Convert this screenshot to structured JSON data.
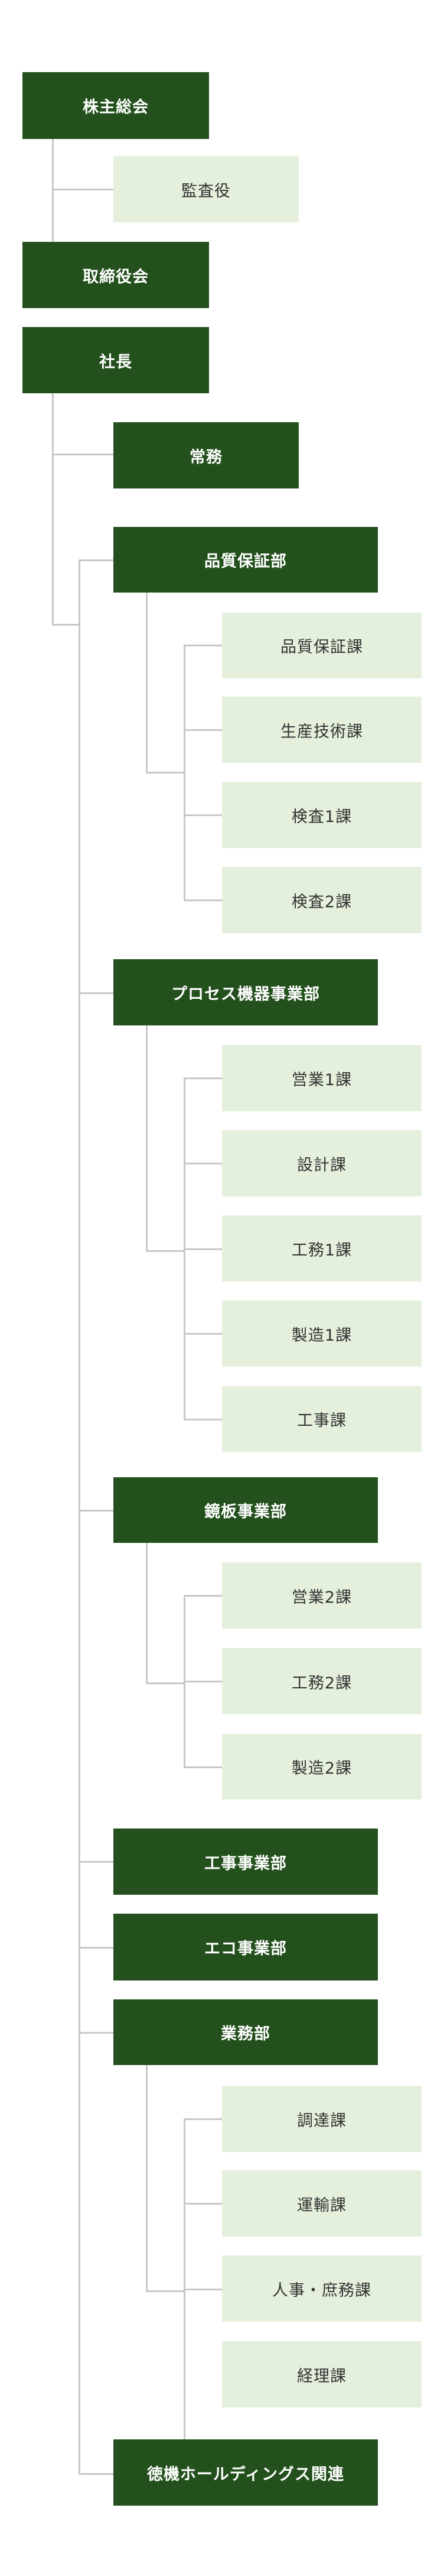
{
  "org_chart": {
    "shareholders_meeting": "株主総会",
    "auditor": "監査役",
    "board_of_directors": "取締役会",
    "president": "社長",
    "managing_director": "常務",
    "quality_assurance_dept": {
      "name": "品質保証部",
      "sections": [
        "品質保証課",
        "生産技術課",
        "検査1課",
        "検査2課"
      ]
    },
    "process_equipment_dept": {
      "name": "プロセス機器事業部",
      "sections": [
        "営業1課",
        "設計課",
        "工務1課",
        "製造1課",
        "工事課"
      ]
    },
    "head_plate_dept": {
      "name": "鏡板事業部",
      "sections": [
        "営業2課",
        "工務2課",
        "製造2課"
      ]
    },
    "construction_dept": "工事事業部",
    "eco_dept": "エコ事業部",
    "business_dept": {
      "name": "業務部",
      "sections": [
        "調達課",
        "運輸課",
        "人事・庶務課",
        "経理課"
      ]
    },
    "tokki_holdings": "徳機ホールディングス関連"
  }
}
